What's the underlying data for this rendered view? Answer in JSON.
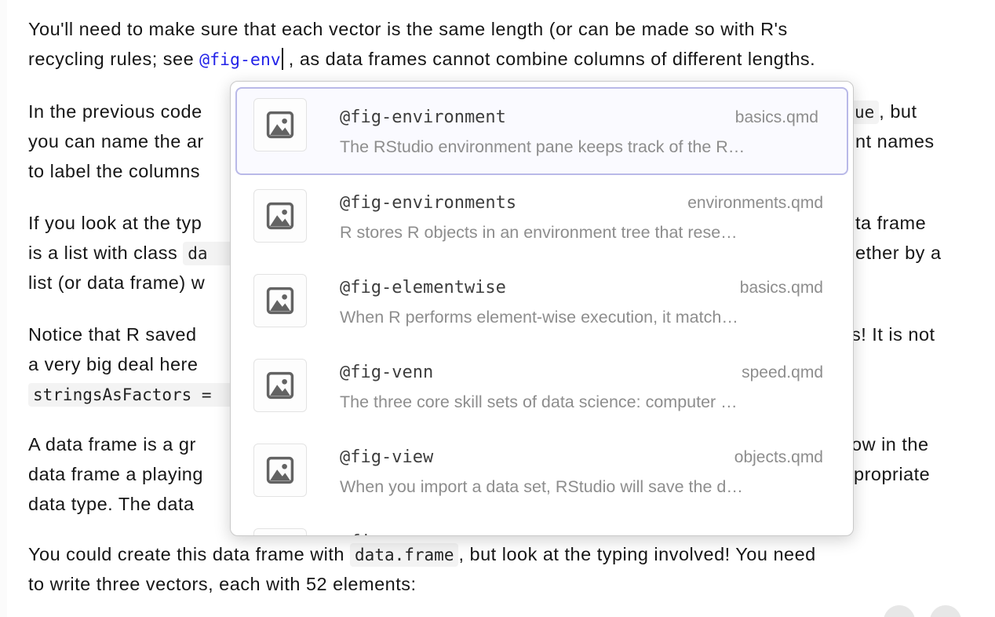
{
  "document": {
    "p1_l1": "You'll need to make sure that each vector is the same length (or can be made so with R's",
    "p1_l2_pre": "recycling rules; see ",
    "p1_l2_ref": "@fig-env",
    "p1_l2_post": " , as data frames cannot combine columns of different lengths.",
    "p2_l1_left": "In the previous code",
    "p2_l1_right_code": "ue",
    "p2_l1_right_rest": ", but",
    "p2_l2_left": "you can name the ar",
    "p2_l2_right": "nt names",
    "p2_l3_left": "to label the columns",
    "p3_l1_left": "If you look at the typ",
    "p3_l1_right": "ta frame",
    "p3_l2_left": "is a list with class ",
    "p3_l2_left_code": "da",
    "p3_l2_right": "ether by a",
    "p3_l3_left": "list (or data frame) w",
    "p4_l1_left": "Notice that R saved",
    "p4_l1_right": "s! It is not",
    "p4_l2_left": "a very big deal here",
    "p4_l3_code": "stringsAsFactors =",
    "p5_l1_left": "A data frame is a gr",
    "p5_l1_right": "ow in the",
    "p5_l2_left": "data frame a playing",
    "p5_l2_right": "propriate",
    "p5_l3_left": "data type. The data",
    "p6_l1_pre": "You could create this data frame with ",
    "p6_l1_code": "data.frame",
    "p6_l1_post": ", but look at the typing involved! You need",
    "p6_l2": "to write three vectors, each with 52 elements:"
  },
  "popup": {
    "items": [
      {
        "id": "@fig-environment",
        "file": "basics.qmd",
        "desc": "The RStudio environment pane keeps track of the R…"
      },
      {
        "id": "@fig-environments",
        "file": "environments.qmd",
        "desc": "R stores R objects in an environment tree that rese…"
      },
      {
        "id": "@fig-elementwise",
        "file": "basics.qmd",
        "desc": "When R performs element-wise execution, it match…"
      },
      {
        "id": "@fig-venn",
        "file": "speed.qmd",
        "desc": "The three core skill sets of data science: computer …"
      },
      {
        "id": "@fig-view",
        "file": "objects.qmd",
        "desc": "When you import a data set, RStudio will save the d…"
      },
      {
        "id": "@fig-",
        "file": "",
        "desc": ""
      }
    ]
  },
  "colors": {
    "reference_blue": "#2323e8",
    "selected_item_border": "#b9b9e8",
    "selected_item_bg": "#fafaff",
    "inline_code_bg": "#f3f3f3",
    "muted_text": "#8d8d8d"
  }
}
